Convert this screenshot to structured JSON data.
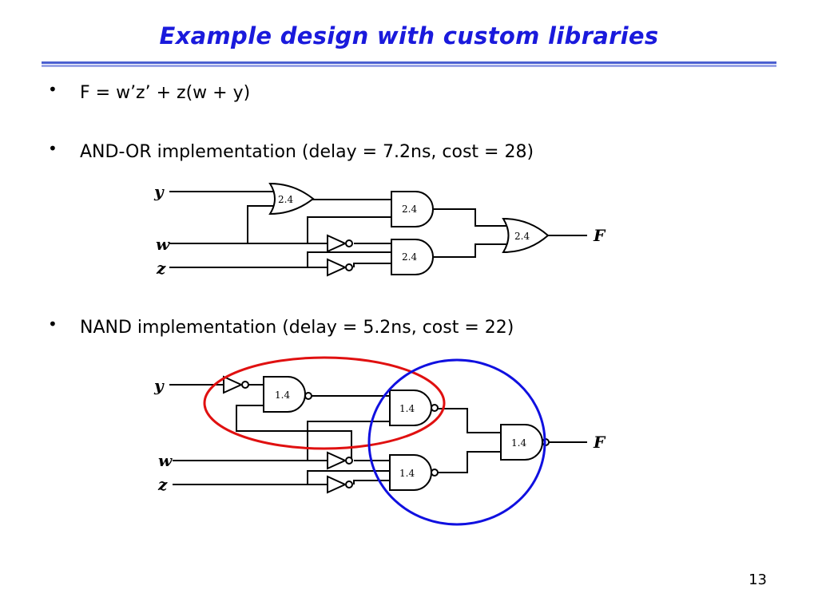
{
  "title": "Example design with custom libraries",
  "bullets": [
    {
      "marker": "•",
      "text": "F = w’z’ + z(w + y)"
    },
    {
      "marker": "•",
      "text": "AND-OR implementation (delay = 7.2ns, cost = 28)"
    },
    {
      "marker": "•",
      "text": "NAND implementation (delay = 5.2ns, cost = 22)"
    }
  ],
  "circuit_andor": {
    "inputs": {
      "y": "y",
      "w": "w",
      "z": "z"
    },
    "output": "F",
    "or1_label": "2.4",
    "and1_label": "2.4",
    "and2_label": "2.4",
    "or2_label": "2.4"
  },
  "circuit_nand": {
    "inputs": {
      "y": "y",
      "w": "w",
      "z": "z"
    },
    "output": "F",
    "nand1_label": "1.4",
    "nand2_label": "1.4",
    "nand3_label": "1.4",
    "nand4_label": "1.4",
    "highlight_colors": {
      "red": "#e01010",
      "blue": "#1010e0"
    }
  },
  "page_number": "13"
}
